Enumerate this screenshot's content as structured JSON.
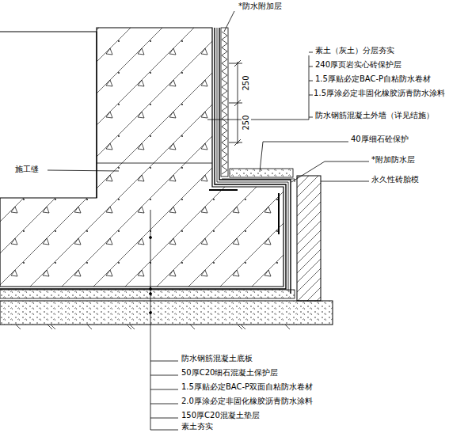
{
  "diagram": {
    "labels": [
      "*防水附加层",
      "素土（灰土）分层夯实",
      "240厚页岩实心砖保护层",
      "1.5厚贴必定BAC-P自粘防水卷材",
      "1.5厚涂必定非固化橡胶沥青防水涂料",
      "防水钢筋混凝土外墙（详见结施）",
      "250",
      "250",
      "施工缝",
      "40厚细石砼保护",
      "*附加防水层",
      "永久性砖胎模",
      "防水钢筋混凝土底板",
      "50厚C20细石混凝土保护层",
      "1.5厚贴必定BAC-P双面自粘防水卷材",
      "2.0厚涂必定非固化橡胶沥青防水涂料",
      "150厚C20混凝土垫层",
      "素土夯实"
    ]
  }
}
